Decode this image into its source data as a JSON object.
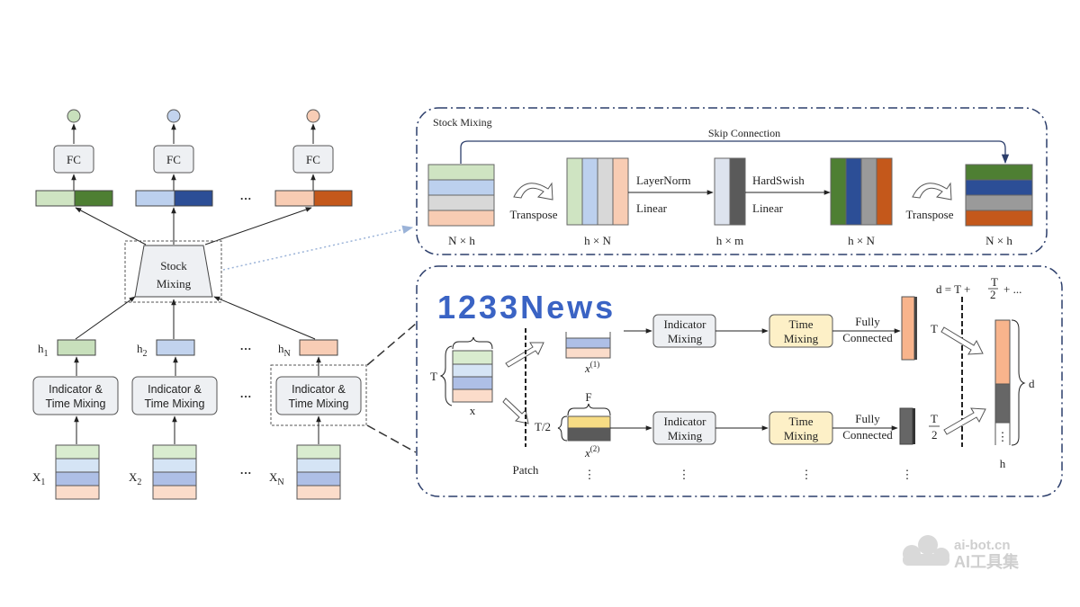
{
  "left": {
    "fc_label": "FC",
    "stock_mixing_label": [
      "Stock",
      "Mixing"
    ],
    "h_labels": [
      {
        "base": "h",
        "sub": "1"
      },
      {
        "base": "h",
        "sub": "2"
      },
      {
        "base": "h",
        "sub": "N"
      }
    ],
    "indicator_time_label": [
      "Indicator &",
      "Time Mixing"
    ],
    "x_labels": [
      {
        "base": "X",
        "sub": "1"
      },
      {
        "base": "X",
        "sub": "2"
      },
      {
        "base": "X",
        "sub": "N"
      }
    ],
    "ellipsis": "···",
    "output_colors": [
      "#c8e0bc",
      "#c2d3ee",
      "#f8cdb5"
    ],
    "embed_colors": [
      [
        "#cfe4c2",
        "#4e7f33"
      ],
      [
        "#bcd0ee",
        "#2c4e96"
      ],
      [
        "#f8ccb3",
        "#c4581b"
      ]
    ]
  },
  "stock_panel": {
    "title": "Stock Mixing",
    "skip_label": "Skip Connection",
    "transpose": "Transpose",
    "layernorm": "LayerNorm",
    "linear": "Linear",
    "hardswish": "HardSwish",
    "dims": [
      "N × h",
      "h × N",
      "h × m",
      "h × N",
      "N × h"
    ]
  },
  "time_panel": {
    "watermark_text": "1233News",
    "formula": "d = T + T/2 + ...",
    "T": "T",
    "T_half": "T/2",
    "F": "F",
    "x_label": "x",
    "x1_label": "x(1)",
    "x2_label": "x(2)",
    "patch": "Patch",
    "indicator_mixing": [
      "Indicator",
      "Mixing"
    ],
    "time_mixing": [
      "Time",
      "Mixing"
    ],
    "fully_connected": [
      "Fully",
      "Connected"
    ],
    "d_label": "d",
    "h_label": "h",
    "vdots": "⋮"
  },
  "brand": {
    "line1": "ai-bot.cn",
    "line2": "AI工具集"
  }
}
